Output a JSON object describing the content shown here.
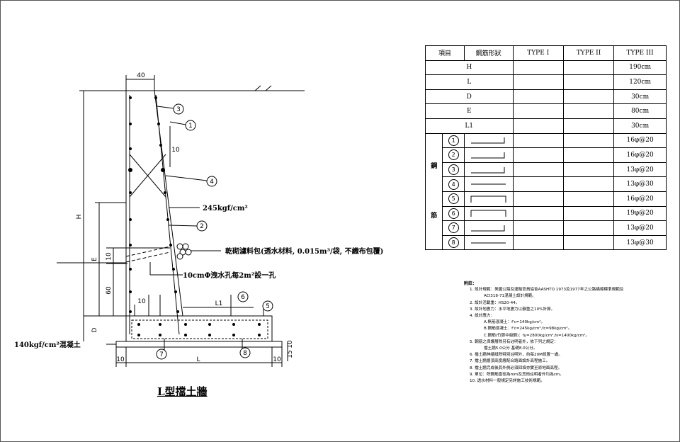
{
  "drawing": {
    "title": "L型擋土牆",
    "dims": {
      "top_width": "40",
      "H": "H",
      "slope": "10",
      "ten_a": "10",
      "sixty": "60",
      "E": "E",
      "D": "D",
      "L1": "L1",
      "ten_b": "10",
      "ten_c": "10",
      "L": "L",
      "ten_d": "10",
      "fifteen": "15",
      "ten_e": "10"
    },
    "callouts": {
      "c1": "1",
      "c2": "2",
      "c3": "3",
      "c4": "4",
      "c5": "5",
      "c6": "6",
      "c7": "7",
      "c8": "8"
    },
    "labels": {
      "concrete_strength": "245kgf/cm²",
      "drain_bag": "乾砌濾料包(透水材料, 0.015m³/袋, 不織布包覆)",
      "weep_hole": "10cmΦ洩水孔每2m²設一孔",
      "base_concrete": "140kgf/cm²混凝土"
    }
  },
  "table": {
    "headers": [
      "項目",
      "鋼筋形狀",
      "TYPE I",
      "TYPE II",
      "TYPE III"
    ],
    "dim_rows": [
      {
        "label": "H",
        "t1": "",
        "t2": "",
        "t3": "190cm"
      },
      {
        "label": "L",
        "t1": "",
        "t2": "",
        "t3": "120cm"
      },
      {
        "label": "D",
        "t1": "",
        "t2": "",
        "t3": "30cm"
      },
      {
        "label": "E",
        "t1": "",
        "t2": "",
        "t3": "80cm"
      },
      {
        "label": "L1",
        "t1": "",
        "t2": "",
        "t3": "30cm"
      }
    ],
    "side_top": "鋼",
    "side_bottom": "筋",
    "bar_rows": [
      {
        "num": "1",
        "shape": "hook-right",
        "t3": "16φ@20"
      },
      {
        "num": "2",
        "shape": "hook-right",
        "t3": "16φ@20"
      },
      {
        "num": "3",
        "shape": "hook-right",
        "t3": "13φ@20"
      },
      {
        "num": "4",
        "shape": "straight",
        "t3": "13φ@30"
      },
      {
        "num": "5",
        "shape": "u-open-down",
        "t3": "16φ@20"
      },
      {
        "num": "6",
        "shape": "u-open-down",
        "t3": "19φ@20"
      },
      {
        "num": "7",
        "shape": "hook-right",
        "t3": "13φ@20"
      },
      {
        "num": "8",
        "shape": "straight",
        "t3": "13φ@30"
      }
    ]
  },
  "notes": {
    "title": "附註：",
    "lines": [
      {
        "cls": "item",
        "text": "1. 設計規範：美國公路及運輸官員協會AASHTO 1973及1977年之公路橋樑標準規範及"
      },
      {
        "cls": "sub",
        "text": "ACI318-71混凝土設計規範。"
      },
      {
        "cls": "item",
        "text": "2. 設計活載重：HS20-44。"
      },
      {
        "cls": "item",
        "text": "3. 設計地震力：水平地震力以靜重之10%計算。"
      },
      {
        "cls": "item",
        "text": "4. 設計應力："
      },
      {
        "cls": "sub",
        "text": "A.無筋混凝土：f'c=140kg/cm²。"
      },
      {
        "cls": "sub",
        "text": "B.鋼筋混凝土：f'c=245kg/cm²,fc=98kg/cm²。"
      },
      {
        "cls": "sub",
        "text": "C.鋼筋(竹節中級鋼)：fy=2800kg/cm²,fs=1400kg/cm²。"
      },
      {
        "cls": "item",
        "text": "5. 鋼筋之保護層除另有註明者外，依下列之規定："
      },
      {
        "cls": "sub",
        "text": "擋土牆5.0公分    基礎8.0公分。"
      },
      {
        "cls": "item",
        "text": "6. 擋土牆伸縮縫除特別註明外，約每20M設置一處。"
      },
      {
        "cls": "item",
        "text": "7. 擋土牆牆頂高度應配合路面設計高程施工。"
      },
      {
        "cls": "item",
        "text": "8. 擋土牆完成後其外側必須回填夯實至原地面高程。"
      },
      {
        "cls": "item",
        "text": "9. 單位：除鋼筋直徑為mm及其他註明者外均為cm。"
      },
      {
        "cls": "item",
        "text": "10. 透水材料一般規定另詳施工技術規範。"
      }
    ]
  }
}
